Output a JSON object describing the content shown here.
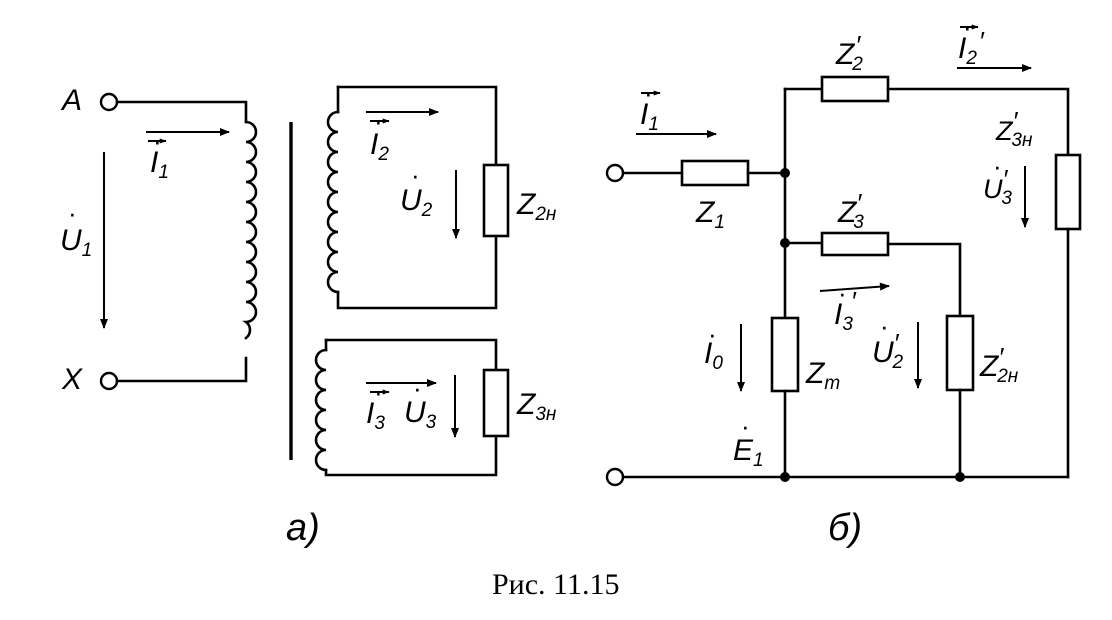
{
  "caption": "Рис. 11.15",
  "part_a": {
    "label": "а)",
    "terminal_a": "A",
    "terminal_x": "X",
    "voltage_u1": {
      "sym": "U",
      "sub": "1"
    },
    "current_i1": {
      "sym": "I",
      "sub": "1"
    },
    "current_i2": {
      "sym": "I",
      "sub": "2"
    },
    "current_i3": {
      "sym": "I",
      "sub": "3"
    },
    "voltage_u2": {
      "sym": "U",
      "sub": "2"
    },
    "voltage_u3": {
      "sym": "U",
      "sub": "3"
    },
    "load_z2n": {
      "sym": "Z",
      "sub": "2н"
    },
    "load_z3n": {
      "sym": "Z",
      "sub": "3н"
    }
  },
  "part_b": {
    "label": "б)",
    "current_i1": {
      "sym": "I",
      "sub": "1"
    },
    "current_i2p": {
      "sym": "I",
      "sub": "2"
    },
    "current_i3p": {
      "sym": "I",
      "sub": "3"
    },
    "current_i0": {
      "sym": "I",
      "sub": "0"
    },
    "emf_e1": {
      "sym": "E",
      "sub": "1"
    },
    "imp_z1": {
      "sym": "Z",
      "sub": "1"
    },
    "imp_z2p": {
      "sym": "Z",
      "sub": "2"
    },
    "imp_z3p": {
      "sym": "Z",
      "sub": "3"
    },
    "imp_zm": {
      "sym": "Z",
      "sub": "m"
    },
    "imp_z3np": {
      "sym": "Z",
      "sub": "3н"
    },
    "imp_z2np": {
      "sym": "Z",
      "sub": "2н"
    },
    "voltage_u3p": {
      "sym": "U",
      "sub": "3"
    },
    "voltage_u2p": {
      "sym": "U",
      "sub": "2"
    }
  }
}
